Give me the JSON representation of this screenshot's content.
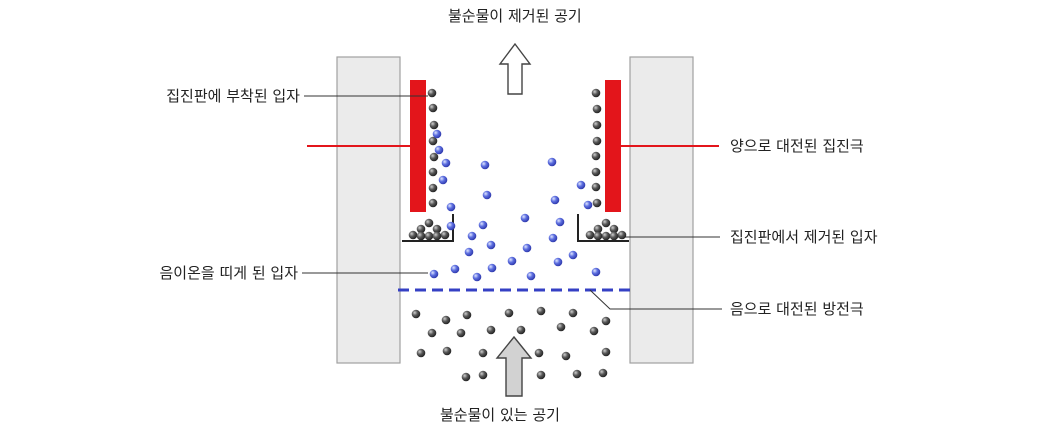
{
  "labels": {
    "top_outlet": "불순물이 제거된 공기",
    "attached_particles": "집진판에 부착된 입자",
    "positive_collector": "양으로 대전된 집진극",
    "removed_particles": "집진판에서 제거된 입자",
    "ionized_particles": "음이온을 띠게 된 입자",
    "negative_electrode": "음으로 대전된 방전극",
    "bottom_inlet": "불순물이 있는 공기"
  },
  "colors": {
    "wall_fill": "#ebebeb",
    "wall_stroke": "#a0a0a0",
    "collector_red": "#e3151b",
    "electrode_blue": "#3540c4",
    "ion_particle": "#4b5bd6",
    "dust_particle": "#3a3a3a",
    "leader_line": "#333333",
    "arrow_stroke": "#444444",
    "arrow_fill": "#d2d2d2"
  }
}
